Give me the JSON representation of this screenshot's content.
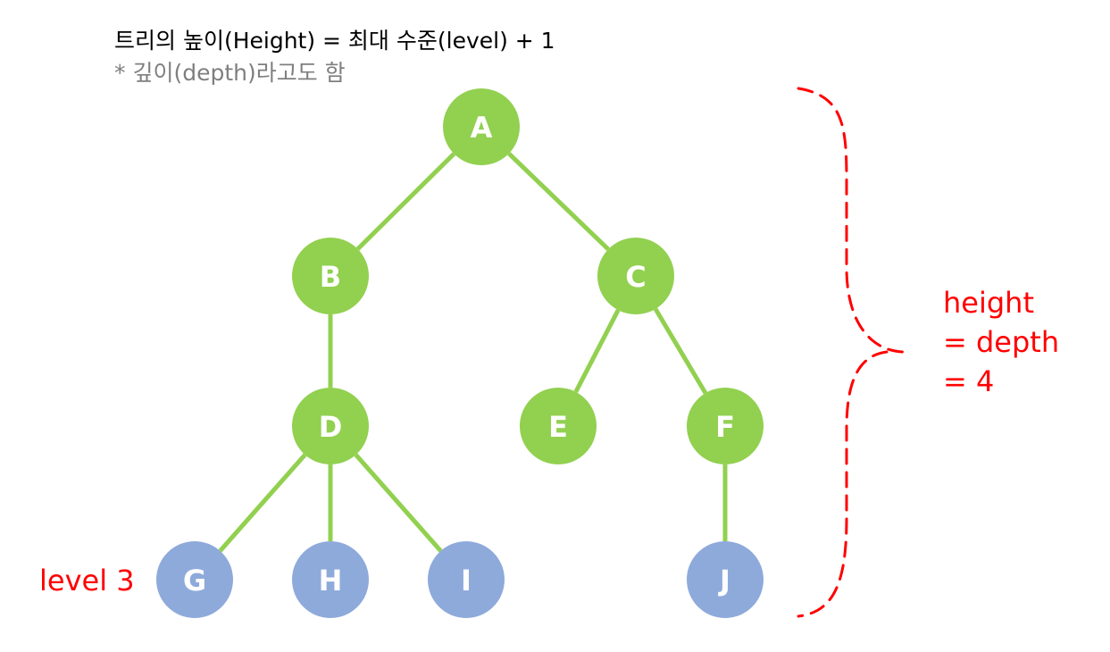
{
  "title": "트리의 높이(Height) = 최대 수준(level) + 1",
  "note": "* 깊이(depth)라고도 함",
  "nodes": [
    {
      "id": "A",
      "label": "A",
      "level": 0,
      "color": "#92d050"
    },
    {
      "id": "B",
      "label": "B",
      "level": 1,
      "color": "#92d050"
    },
    {
      "id": "C",
      "label": "C",
      "level": 1,
      "color": "#92d050"
    },
    {
      "id": "D",
      "label": "D",
      "level": 2,
      "color": "#92d050"
    },
    {
      "id": "E",
      "label": "E",
      "level": 2,
      "color": "#92d050"
    },
    {
      "id": "F",
      "label": "F",
      "level": 2,
      "color": "#92d050"
    },
    {
      "id": "G",
      "label": "G",
      "level": 3,
      "color": "#8eaadb"
    },
    {
      "id": "H",
      "label": "H",
      "level": 3,
      "color": "#8eaadb"
    },
    {
      "id": "I",
      "label": "I",
      "level": 3,
      "color": "#8eaadb"
    },
    {
      "id": "J",
      "label": "J",
      "level": 3,
      "color": "#8eaadb"
    }
  ],
  "edges": [
    {
      "from": "A",
      "to": "B"
    },
    {
      "from": "A",
      "to": "C"
    },
    {
      "from": "B",
      "to": "D"
    },
    {
      "from": "C",
      "to": "E"
    },
    {
      "from": "C",
      "to": "F"
    },
    {
      "from": "D",
      "to": "G"
    },
    {
      "from": "D",
      "to": "H"
    },
    {
      "from": "D",
      "to": "I"
    },
    {
      "from": "F",
      "to": "J"
    }
  ],
  "level_label": "level 3",
  "height_label": {
    "line1": "height",
    "line2": "= depth",
    "line3": "= 4"
  },
  "colors": {
    "edge": "#92d050",
    "annotation": "#ff0000",
    "title": "#000000",
    "note": "#7f7f7f"
  }
}
